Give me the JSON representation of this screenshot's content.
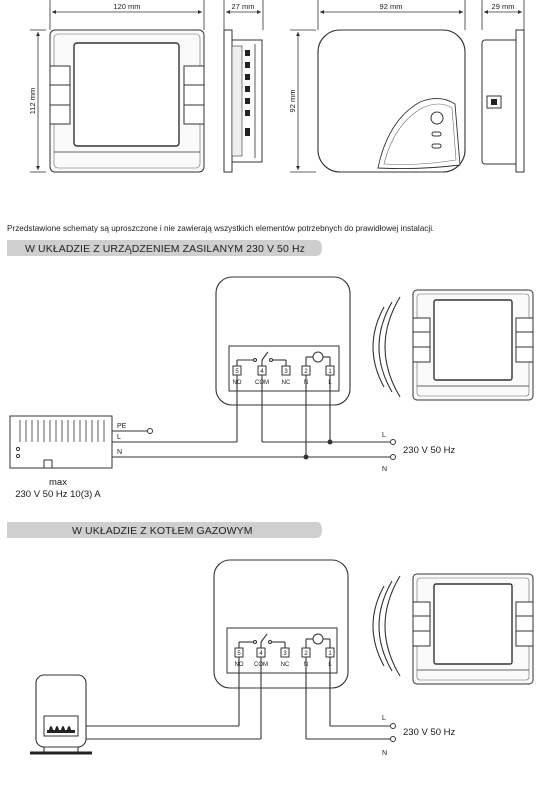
{
  "dimensions": {
    "device1_width": "120 mm",
    "device1_depth": "27 mm",
    "device1_height": "112 mm",
    "device2_width": "92 mm",
    "device2_depth": "29 mm",
    "device2_height": "92 mm"
  },
  "note": "Przedstawione schematy są uproszczone i nie zawierają wszystkich elementów potrzebnych do prawidłowej instalacji.",
  "section1": {
    "title": "W UKŁADZIE Z URZĄDZENIEM ZASILANYM 230 V 50 Hz",
    "terminals": [
      {
        "num": "5",
        "label": "NO"
      },
      {
        "num": "4",
        "label": "COM"
      },
      {
        "num": "3",
        "label": "NC"
      },
      {
        "num": "2",
        "label": "N"
      },
      {
        "num": "1",
        "label": "L"
      }
    ],
    "device_wires": [
      "PE",
      "L",
      "N"
    ],
    "supply_L": "L",
    "supply_N": "N",
    "supply": "230 V 50 Hz",
    "max_label": "max",
    "max_rating": "230 V 50 Hz 10(3) A"
  },
  "section2": {
    "title": "W UKŁADZIE Z KOTŁEM GAZOWYM",
    "terminals": [
      {
        "num": "5",
        "label": "NO"
      },
      {
        "num": "4",
        "label": "COM"
      },
      {
        "num": "3",
        "label": "NC"
      },
      {
        "num": "2",
        "label": "N"
      },
      {
        "num": "1",
        "label": "L"
      }
    ],
    "supply_L": "L",
    "supply_N": "N",
    "supply": "230 V 50 Hz"
  }
}
